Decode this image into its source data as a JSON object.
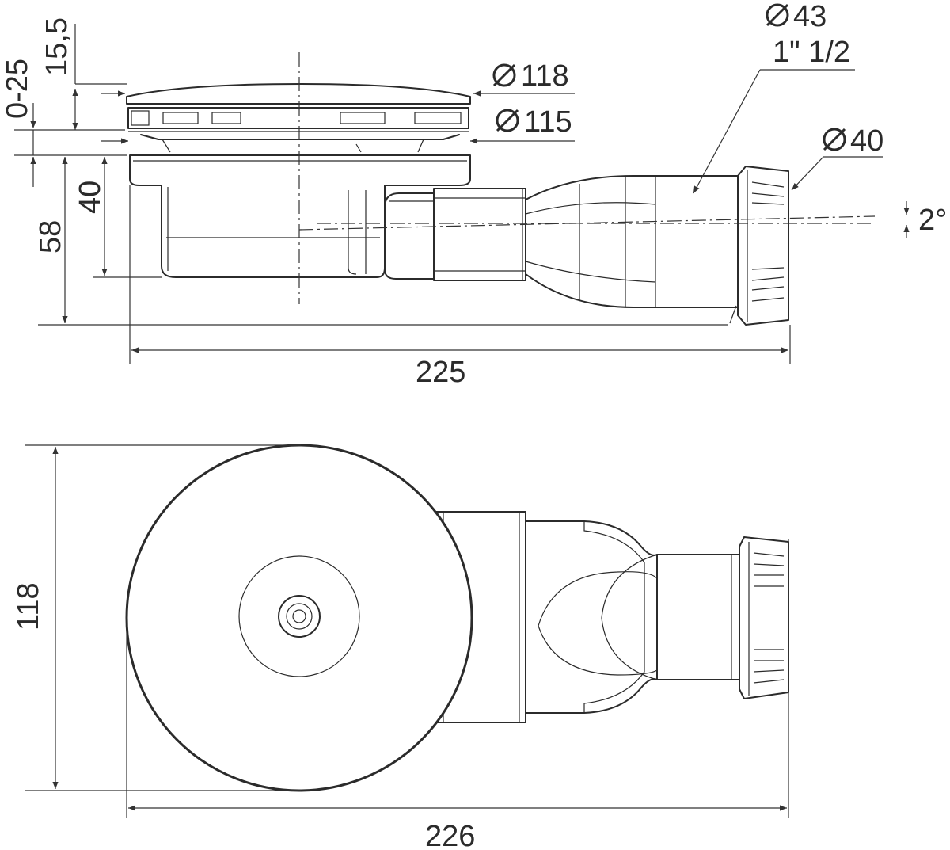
{
  "dimensions": {
    "adjust_range": "0-25",
    "grate_height": "15,5",
    "dia_grate": "118",
    "dia_flange": "115",
    "dia_outlet": "43",
    "outlet_thread": "1\" 1/2",
    "dia_pipe": "40",
    "slope": "2°",
    "total_height": "58",
    "body_height": "40",
    "length_side": "225",
    "width_top": "118",
    "length_top": "226"
  },
  "symbols": {
    "diameter": "diameter-symbol"
  },
  "colors": {
    "line": "#2b2b2b",
    "background": "#ffffff"
  }
}
